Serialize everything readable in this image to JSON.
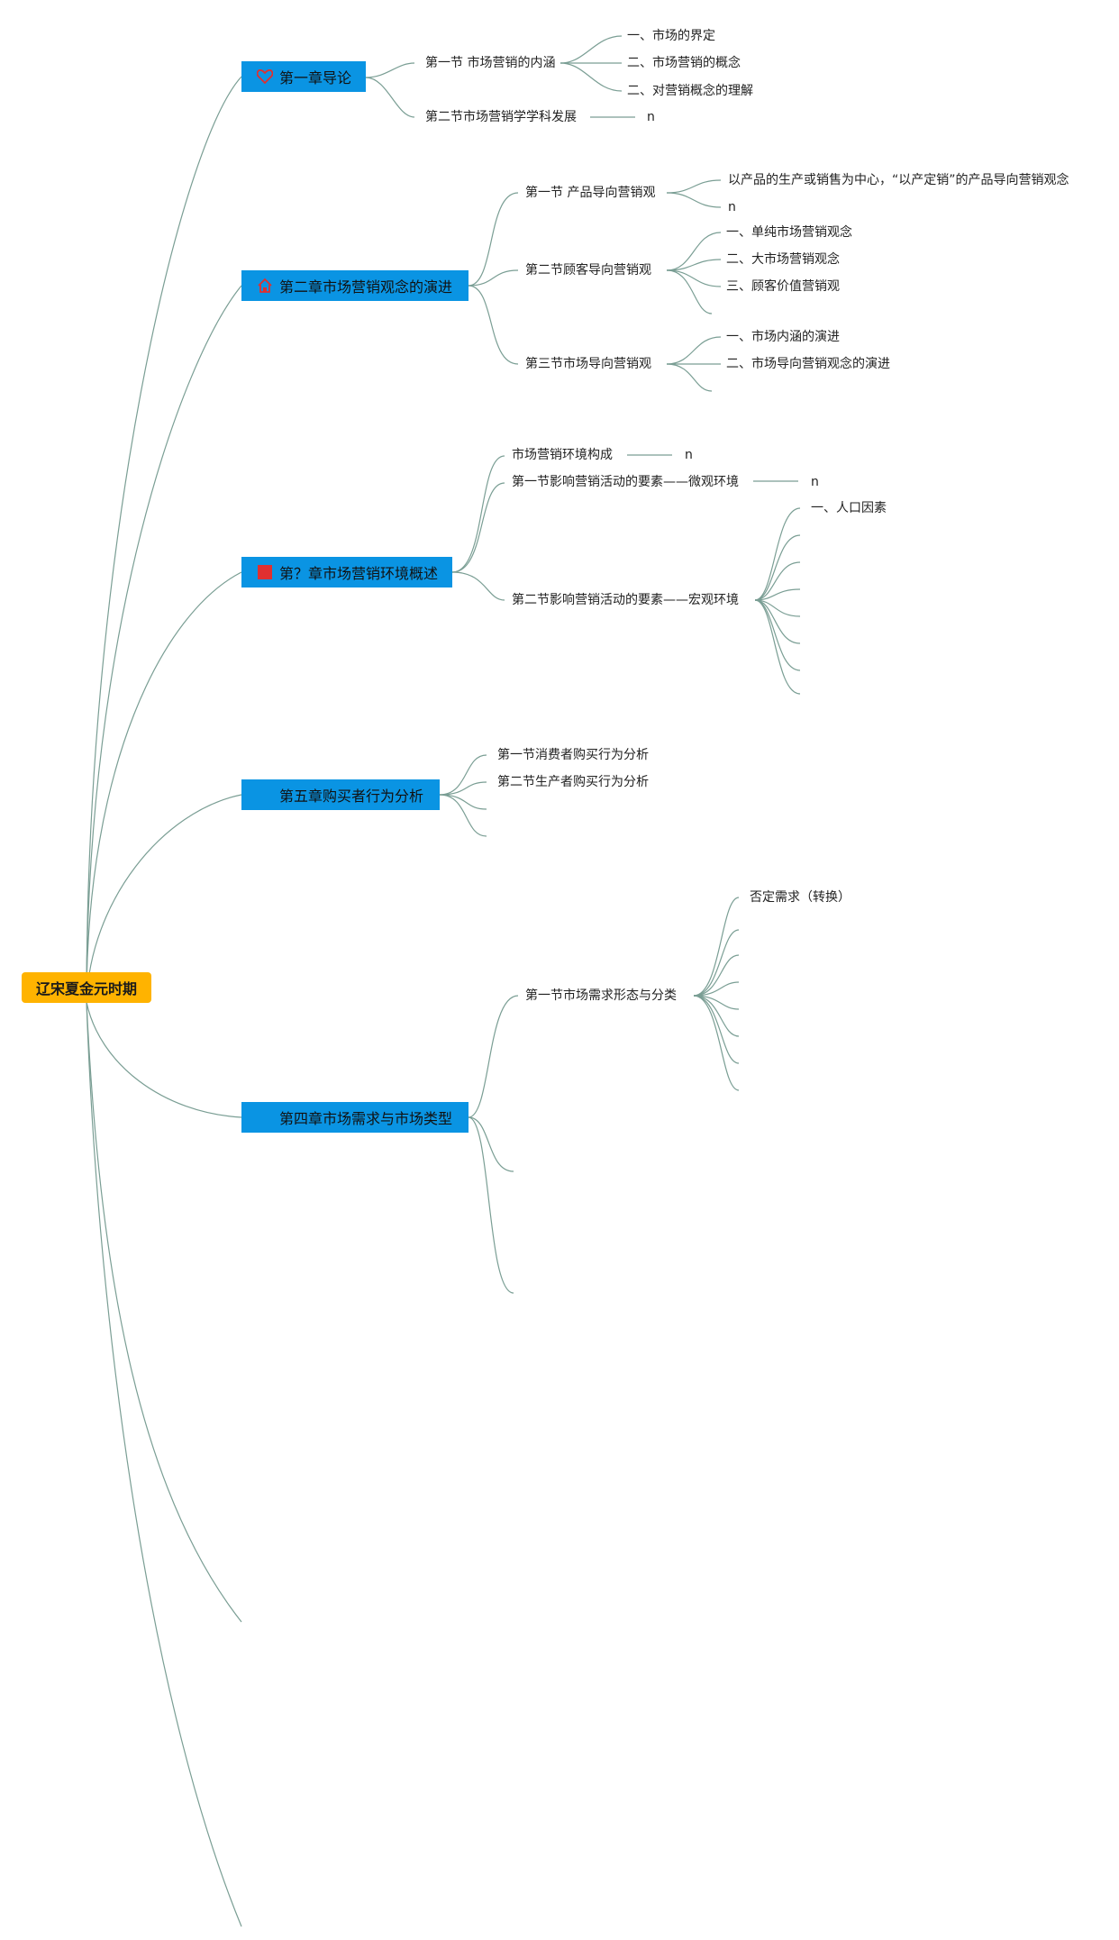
{
  "root": {
    "label": "辽宋夏金元时期"
  },
  "chapters": [
    {
      "label": "第一章导论",
      "icon": "heart-icon",
      "sections": [
        {
          "label": "第一节 市场营销的内涵",
          "items": [
            "一、市场的界定",
            "二、市场营销的概念",
            "二、对营销概念的理解"
          ]
        },
        {
          "label": "第二节市场营销学学科发展",
          "items": [
            "n"
          ]
        }
      ]
    },
    {
      "label": "第二章市场营销观念的演进",
      "icon": "house-icon",
      "sections": [
        {
          "label": "第一节 产品导向营销观",
          "items": [
            "以产品的生产或销售为中心，“以产定销”的产品导向营销观念",
            "n"
          ]
        },
        {
          "label": "第二节顾客导向营销观",
          "items": [
            "一、单纯市场营销观念",
            "二、大市场营销观念",
            "三、顾客价值营销观"
          ]
        },
        {
          "label": "第三节市场导向营销观",
          "items": [
            "一、市场内涵的演进",
            "二、市场导向营销观念的演进"
          ]
        }
      ]
    },
    {
      "label": "第？章市场营销环境概述",
      "icon": "flag-icon",
      "sections": [
        {
          "label": "市场营销环境构成",
          "items": [
            "n"
          ]
        },
        {
          "label": "第一节影响营销活动的要素——微观环境",
          "items": [
            "n"
          ]
        },
        {
          "label": "第二节影响营销活动的要素——宏观环境",
          "items": [
            "一、人口因素",
            "",
            "",
            "",
            "",
            "",
            ""
          ]
        }
      ]
    },
    {
      "label": "第五章购买者行为分析",
      "icon": "",
      "sections": [
        {
          "label": "第一节消费者购买行为分析",
          "items": []
        },
        {
          "label": "第二节生产者购买行为分析",
          "items": []
        },
        {
          "label": "",
          "items": []
        },
        {
          "label": "",
          "items": []
        }
      ]
    },
    {
      "label": "第四章市场需求与市场类型",
      "icon": "",
      "sections": [
        {
          "label": "第一节市场需求形态与分类",
          "items": [
            "否定需求（转换）",
            "",
            "",
            "",
            "",
            "",
            ""
          ]
        },
        {
          "label": "",
          "items": []
        },
        {
          "label": "",
          "items": []
        }
      ]
    }
  ],
  "colors": {
    "root_fill": "#ffb300",
    "chapter_fill": "#0a94e3",
    "edge": "#7a9e94",
    "icon_red": "#e03030"
  }
}
